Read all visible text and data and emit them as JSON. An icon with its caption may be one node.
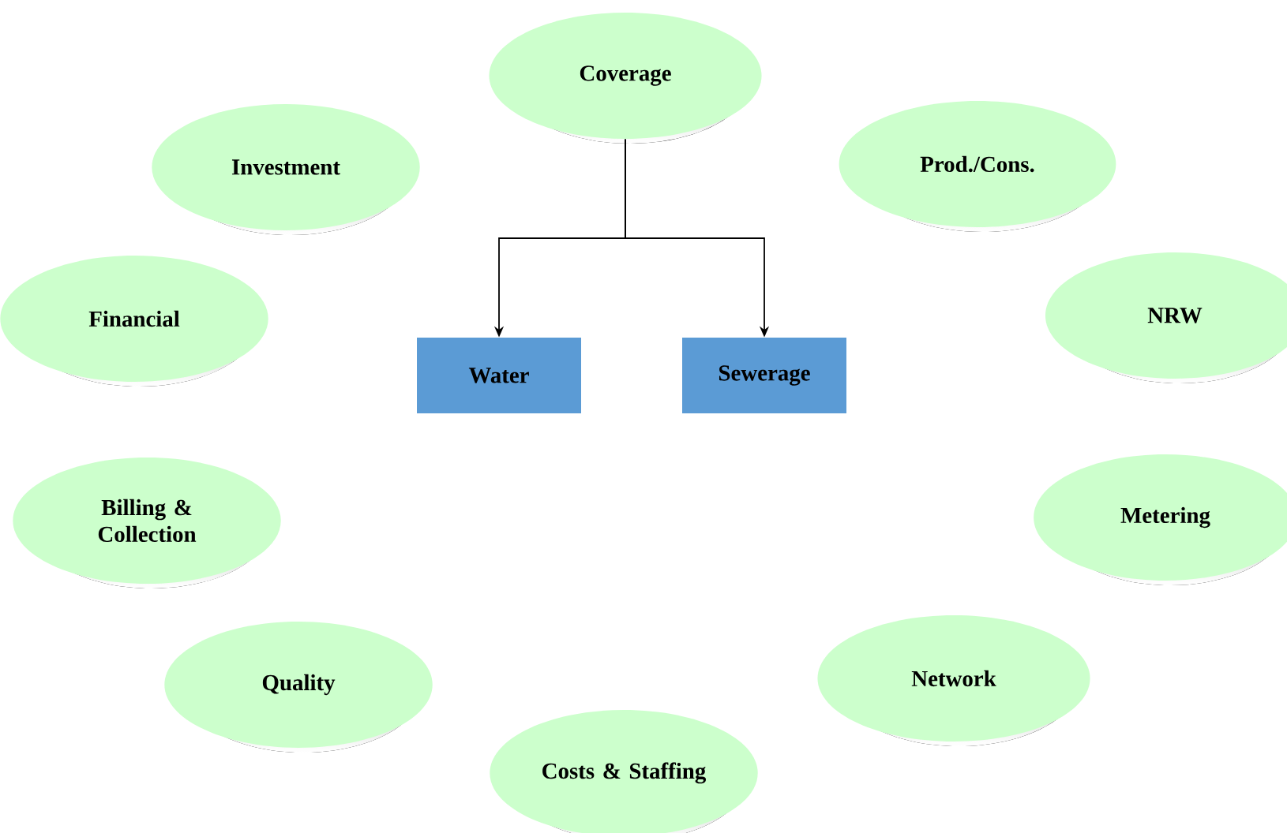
{
  "diagram": {
    "nodes": [
      {
        "text": [
          "Coverage"
        ]
      },
      {
        "text": [
          "Investment"
        ]
      },
      {
        "text": [
          "Prod./Cons."
        ]
      },
      {
        "text": [
          "Financial"
        ]
      },
      {
        "text": [
          "NRW"
        ]
      },
      {
        "text": [
          "Water"
        ]
      },
      {
        "text": [
          "Sewerage"
        ]
      },
      {
        "text": [
          "Billing & Collection"
        ]
      },
      {
        "text": [
          "Metering"
        ]
      },
      {
        "text": [
          "Quality"
        ]
      },
      {
        "text": [
          "Network"
        ]
      },
      {
        "text": [
          "Costs & Staffing"
        ]
      }
    ],
    "edges": [
      {
        "from": 0,
        "to": 5,
        "arrow": "to"
      },
      {
        "from": 0,
        "to": 6,
        "arrow": "to"
      }
    ]
  }
}
